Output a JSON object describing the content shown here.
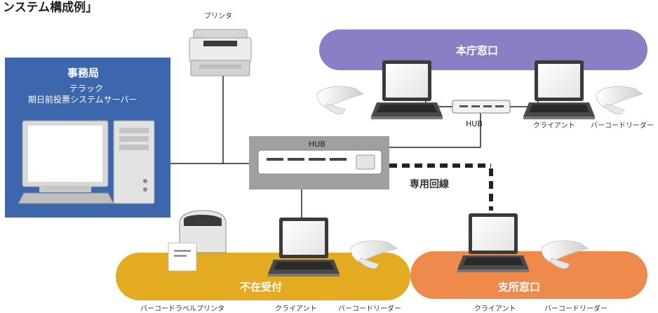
{
  "title": "ンステム構成例」",
  "printer": {
    "label": "プリンタ"
  },
  "office": {
    "title": "事務局",
    "line1": "テラック",
    "line2": "期日前投票システムサーバー"
  },
  "hub_main": {
    "label": "HUB"
  },
  "hub_small": {
    "label": "HUB"
  },
  "line_label": "専用回線",
  "zones": {
    "honcho": {
      "label": "本庁窓口"
    },
    "fuzai": {
      "label": "不在受付"
    },
    "shisho": {
      "label": "支所窓口"
    }
  },
  "captions": {
    "honcho_client": "クライアント",
    "honcho_reader": "バーコードリーダー",
    "fuzai_printer": "バーコードラベルプリンタ",
    "fuzai_client": "クライアント",
    "fuzai_reader": "バーコードリーダー",
    "shisho_client": "クライアント",
    "shisho_reader": "バーコードリーダー"
  },
  "colors": {
    "honcho": "#8a7fc4",
    "fuzai": "#e3aa22",
    "shisho": "#ee8a4c",
    "office": "#3c67ad"
  }
}
